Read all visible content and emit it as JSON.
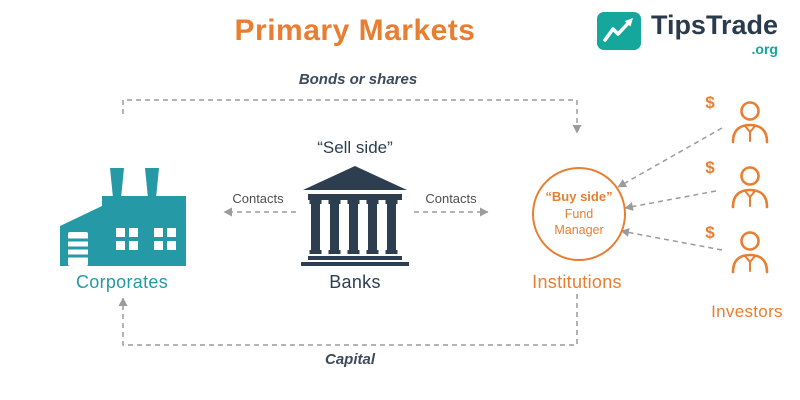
{
  "title": "Primary Markets",
  "logo": {
    "name": "TipsTrade",
    "tld": ".org"
  },
  "flow_labels": {
    "bonds_or_shares": "Bonds or shares",
    "capital": "Capital",
    "contacts_left": "Contacts",
    "contacts_right": "Contacts"
  },
  "nodes": {
    "corporates": {
      "label": "Corporates"
    },
    "banks": {
      "label": "Banks",
      "tag": "“Sell side”"
    },
    "institutions": {
      "label": "Institutions",
      "tag": "“Buy side”",
      "line2": "Fund",
      "line3": "Manager"
    },
    "investors": {
      "label": "Investors",
      "dollar": "$"
    }
  },
  "colors": {
    "orange": "#E87E31",
    "teal": "#2599A6",
    "navy": "#2C3E50",
    "gray": "#9B9B9B",
    "logo_teal": "#15A79C"
  }
}
